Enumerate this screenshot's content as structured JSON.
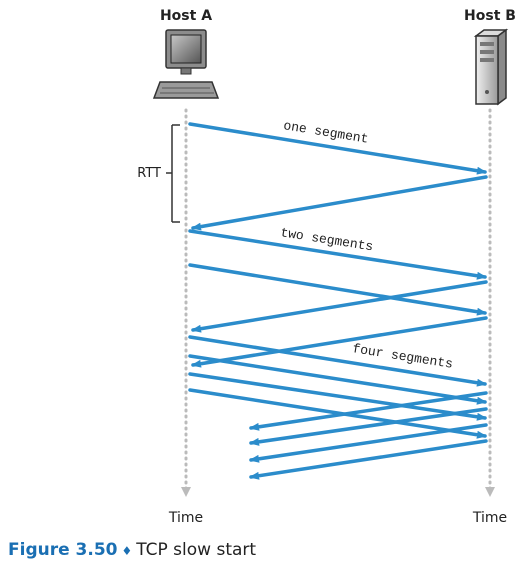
{
  "diagram": {
    "host_a_label": "Host A",
    "host_b_label": "Host B",
    "time_label_a": "Time",
    "time_label_b": "Time",
    "rtt_label": "RTT",
    "segment_labels": [
      "one segment",
      "two segments",
      "four segments"
    ],
    "arrow_color": "#2b8ccb",
    "timeline_color": "#bbbbbb",
    "host_a_icon": "desktop-computer-icon",
    "host_b_icon": "server-tower-icon"
  },
  "caption": {
    "figure_number": "Figure 3.50",
    "separator": "♦",
    "text": "TCP slow start"
  }
}
